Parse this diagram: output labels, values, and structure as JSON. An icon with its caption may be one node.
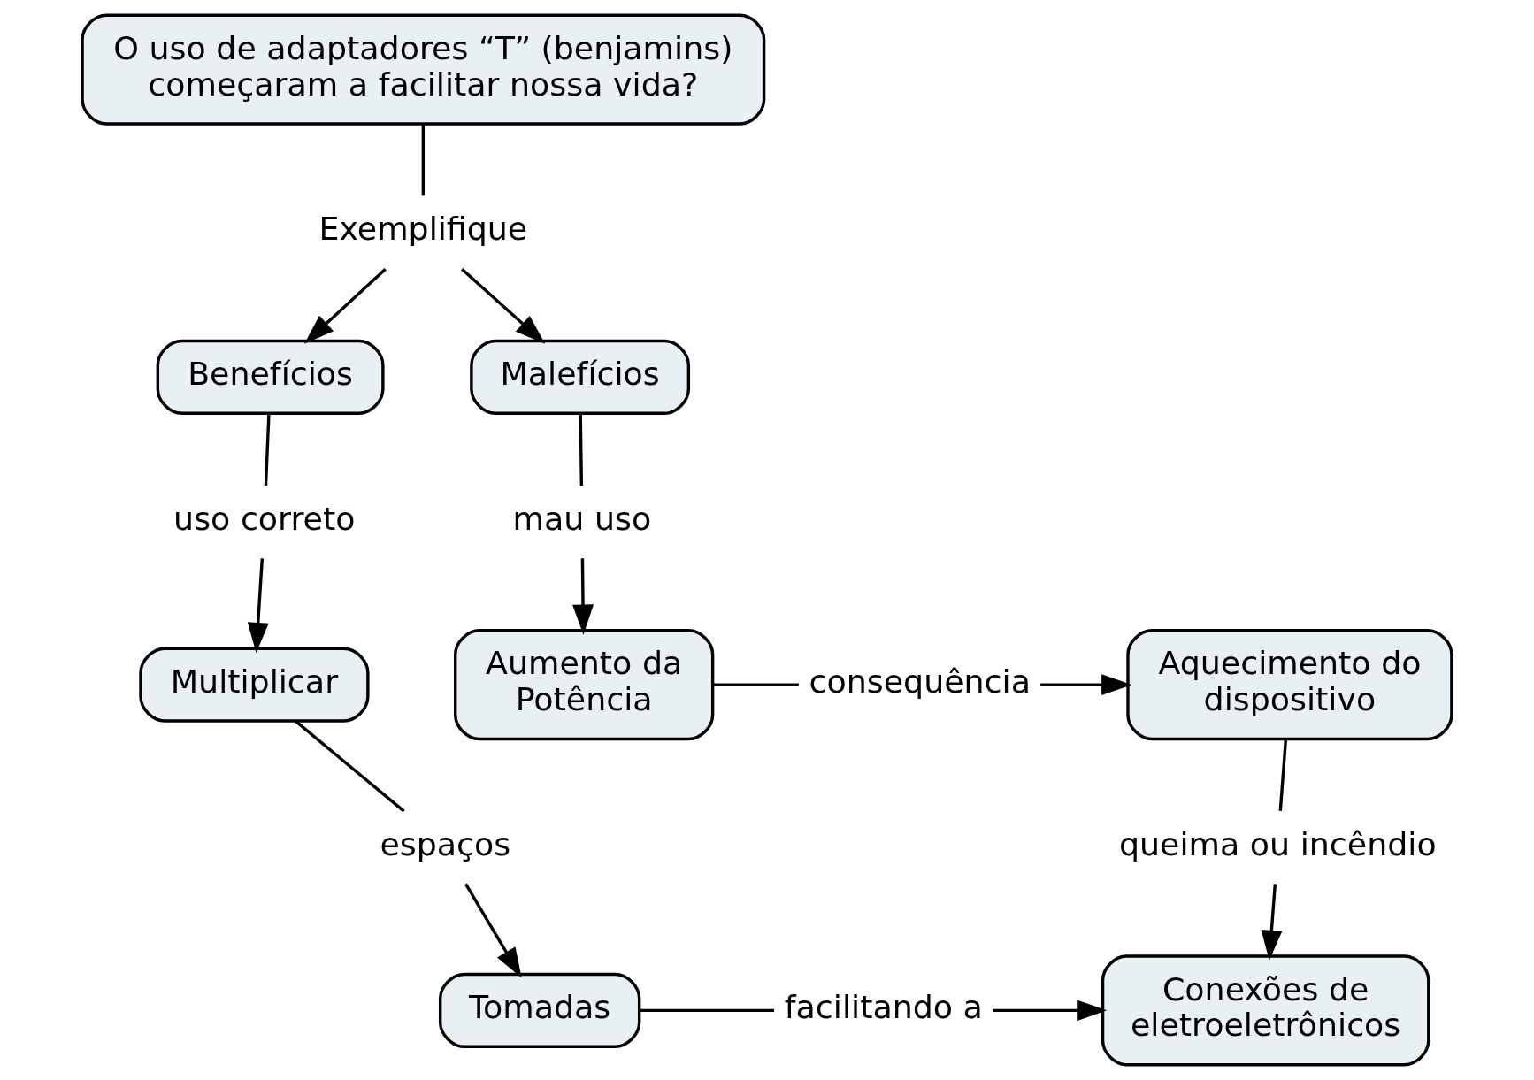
{
  "diagram": {
    "nodes": [
      {
        "text": [
          "O uso de adaptadores “T” (benjamins) começaram a facilitar nossa vida?"
        ]
      },
      {
        "text": [
          "Exemplifique"
        ]
      },
      {
        "text": [
          "Benefícios"
        ]
      },
      {
        "text": [
          "Malefícios"
        ]
      },
      {
        "text": [
          "uso correto"
        ]
      },
      {
        "text": [
          "mau uso"
        ]
      },
      {
        "text": [
          "Aumento da Potência"
        ]
      },
      {
        "text": [
          "consequência"
        ]
      },
      {
        "text": [
          "Aquecimento do dispositivo"
        ]
      },
      {
        "text": [
          "Multiplicar"
        ]
      },
      {
        "text": [
          "espaços"
        ]
      },
      {
        "text": [
          "queima ou incêndio"
        ]
      },
      {
        "text": [
          "Tomadas"
        ]
      },
      {
        "text": [
          "facilitando a"
        ]
      },
      {
        "text": [
          "Conexões de eletroeletrônicos"
        ]
      }
    ],
    "edges": [
      {
        "from": 0,
        "to": 1,
        "arrow": "none"
      },
      {
        "from": 1,
        "to": 2,
        "arrow": "to"
      },
      {
        "from": 1,
        "to": 3,
        "arrow": "to"
      },
      {
        "from": 2,
        "to": 4,
        "arrow": "none"
      },
      {
        "from": 4,
        "to": 9,
        "arrow": "to"
      },
      {
        "from": 3,
        "to": 5,
        "arrow": "none"
      },
      {
        "from": 5,
        "to": 6,
        "arrow": "to"
      },
      {
        "from": 6,
        "to": 7,
        "arrow": "none"
      },
      {
        "from": 7,
        "to": 8,
        "arrow": "to"
      },
      {
        "from": 8,
        "to": 11,
        "arrow": "none"
      },
      {
        "from": 11,
        "to": 14,
        "arrow": "to"
      },
      {
        "from": 9,
        "to": 10,
        "arrow": "none"
      },
      {
        "from": 10,
        "to": 12,
        "arrow": "to"
      },
      {
        "from": 12,
        "to": 13,
        "arrow": "none"
      },
      {
        "from": 13,
        "to": 14,
        "arrow": "to"
      }
    ]
  }
}
